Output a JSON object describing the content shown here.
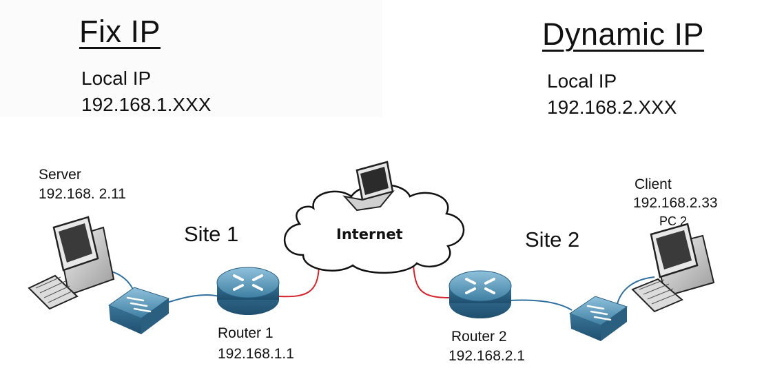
{
  "left": {
    "heading": "Fix IP",
    "local_ip_label": "Local IP",
    "local_ip_value": "192.168.1.XXX",
    "server_label": "Server",
    "server_ip": "192.168. 2.11",
    "site_label": "Site 1",
    "router_label": "Router 1",
    "router_ip": "192.168.1.1"
  },
  "right": {
    "heading": "Dynamic IP",
    "local_ip_label": "Local IP",
    "local_ip_value": "192.168.2.XXX",
    "client_label": "Client",
    "client_ip": "192.168.2.33",
    "pc_label": "PC 2",
    "site_label": "Site 2",
    "router_label": "Router 2",
    "router_ip": "192.168.2.1"
  },
  "cloud": {
    "label": "Internet"
  },
  "colors": {
    "lan_cable": "#2f6f9e",
    "wan_cable": "#d2232a",
    "device_blue": "#3f7fa3"
  }
}
